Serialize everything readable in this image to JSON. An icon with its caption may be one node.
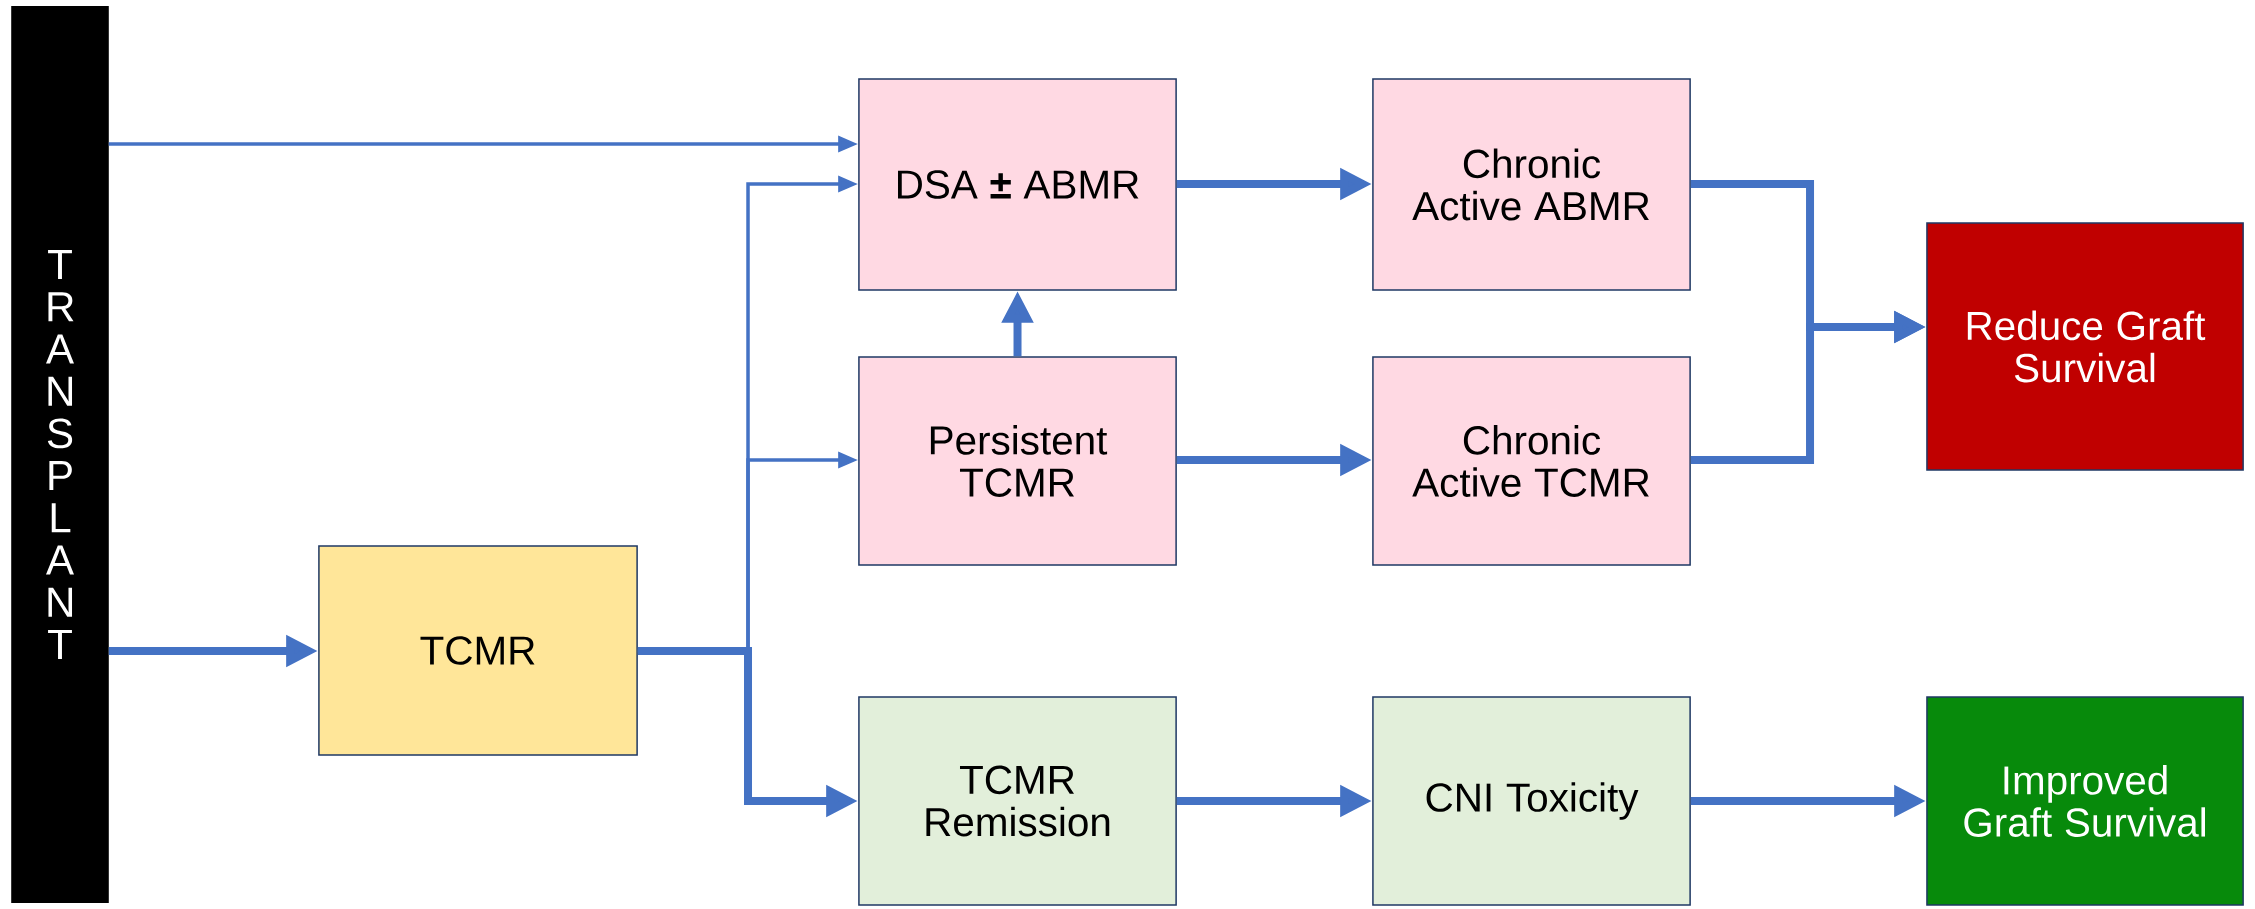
{
  "diagram": {
    "nodes": [
      {
        "text": [
          "T R A N S P L A N T"
        ]
      },
      {
        "text": [
          "DSA **±** ABMR"
        ]
      },
      {
        "text": [
          "Chronic Active ABMR"
        ]
      },
      {
        "text": [
          "Reduce Graft Survival"
        ]
      },
      {
        "text": [
          "Persistent TCMR"
        ]
      },
      {
        "text": [
          "Chronic Active TCMR"
        ]
      },
      {
        "text": [
          "TCMR"
        ]
      },
      {
        "text": [
          "TCMR Remission"
        ]
      },
      {
        "text": [
          "CNI Toxicity"
        ]
      },
      {
        "text": [
          "Improved Graft Survival"
        ]
      }
    ],
    "edges": [
      {
        "from": 0,
        "to": 1,
        "arrow": "to"
      },
      {
        "from": 0,
        "to": 6,
        "arrow": "to"
      },
      {
        "from": 6,
        "to": 1,
        "arrow": "to"
      },
      {
        "from": 6,
        "to": 4,
        "arrow": "to"
      },
      {
        "from": 6,
        "to": 7,
        "arrow": "to"
      },
      {
        "from": 4,
        "to": 1,
        "arrow": "to"
      },
      {
        "from": 1,
        "to": 2,
        "arrow": "to"
      },
      {
        "from": 4,
        "to": 5,
        "arrow": "to"
      },
      {
        "from": 2,
        "to": 3,
        "arrow": "to"
      },
      {
        "from": 5,
        "to": 3,
        "arrow": "to"
      },
      {
        "from": 7,
        "to": 8,
        "arrow": "to"
      },
      {
        "from": 8,
        "to": 9,
        "arrow": "to"
      }
    ]
  }
}
